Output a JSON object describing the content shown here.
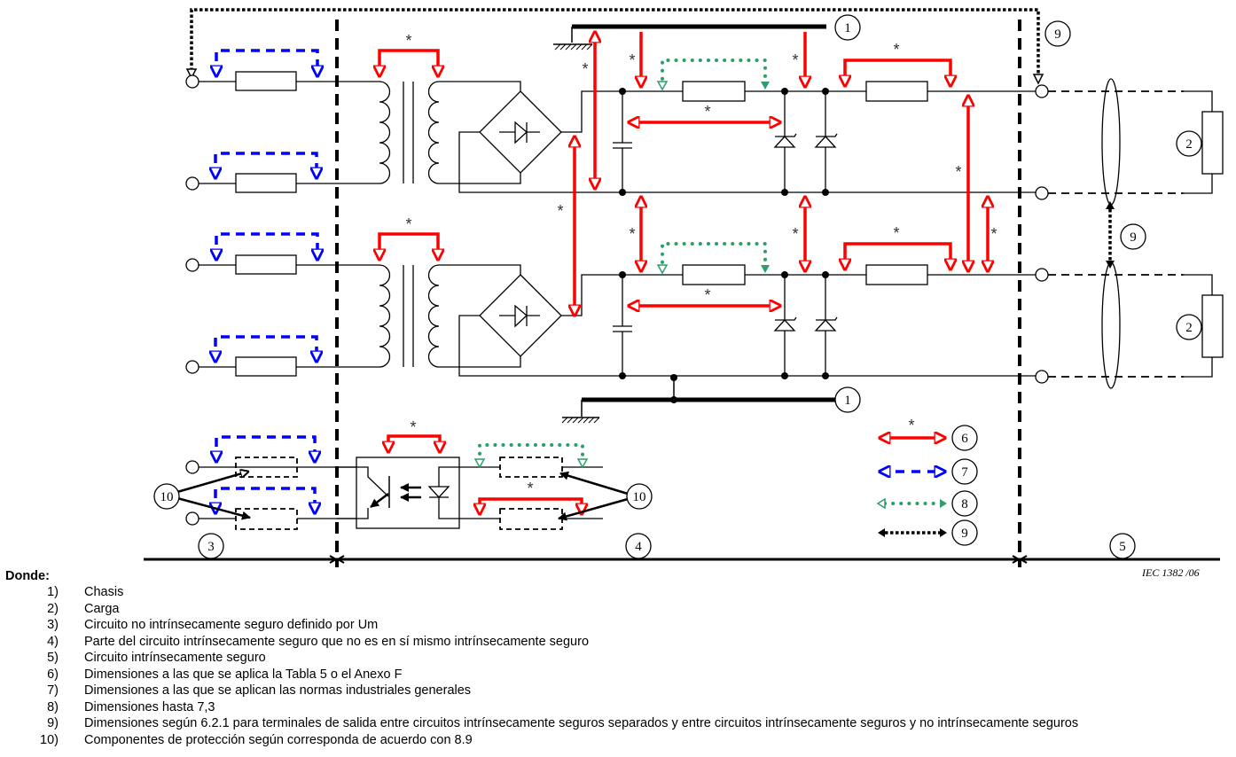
{
  "diagram": {
    "callouts": {
      "chassis": "1",
      "load": "2",
      "non_is_circuit": "3",
      "is_part_not_is": "4",
      "is_circuit": "5",
      "table5": "6",
      "industrial": "7",
      "upto73": "8",
      "clause621": "9",
      "protection": "10"
    },
    "asterisk": "*",
    "figure_id": "IEC  1382   /06",
    "colors": {
      "table5": "#ff0000",
      "industrial": "#0000ff",
      "upto73": "#2e9e6a",
      "clause621": "#000000",
      "wire": "#000000"
    }
  },
  "legend": {
    "title": "Donde:",
    "items": [
      {
        "num": "1)",
        "text": "Chasis"
      },
      {
        "num": "2)",
        "text": "Carga"
      },
      {
        "num": "3)",
        "text": "Circuito no intrínsecamente seguro definido por Um"
      },
      {
        "num": "4)",
        "text": "Parte del circuito intrínsecamente seguro que no es en sí mismo intrínsecamente seguro"
      },
      {
        "num": "5)",
        "text": "Circuito intrínsecamente seguro"
      },
      {
        "num": "6)",
        "text": "Dimensiones a las que se aplica la Tabla 5 o el Anexo F"
      },
      {
        "num": "7)",
        "text": "Dimensiones a las que se aplican las normas industriales generales"
      },
      {
        "num": "8)",
        "text": "Dimensiones hasta 7,3"
      },
      {
        "num": "9)",
        "text": "Dimensiones según 6.2.1 para terminales de salida entre circuitos intrínsecamente seguros separados y entre circuitos intrínsecamente seguros y no intrínsecamente seguros"
      },
      {
        "num": "10)",
        "text": "Componentes de protección según corresponda de acuerdo con 8.9"
      }
    ]
  }
}
